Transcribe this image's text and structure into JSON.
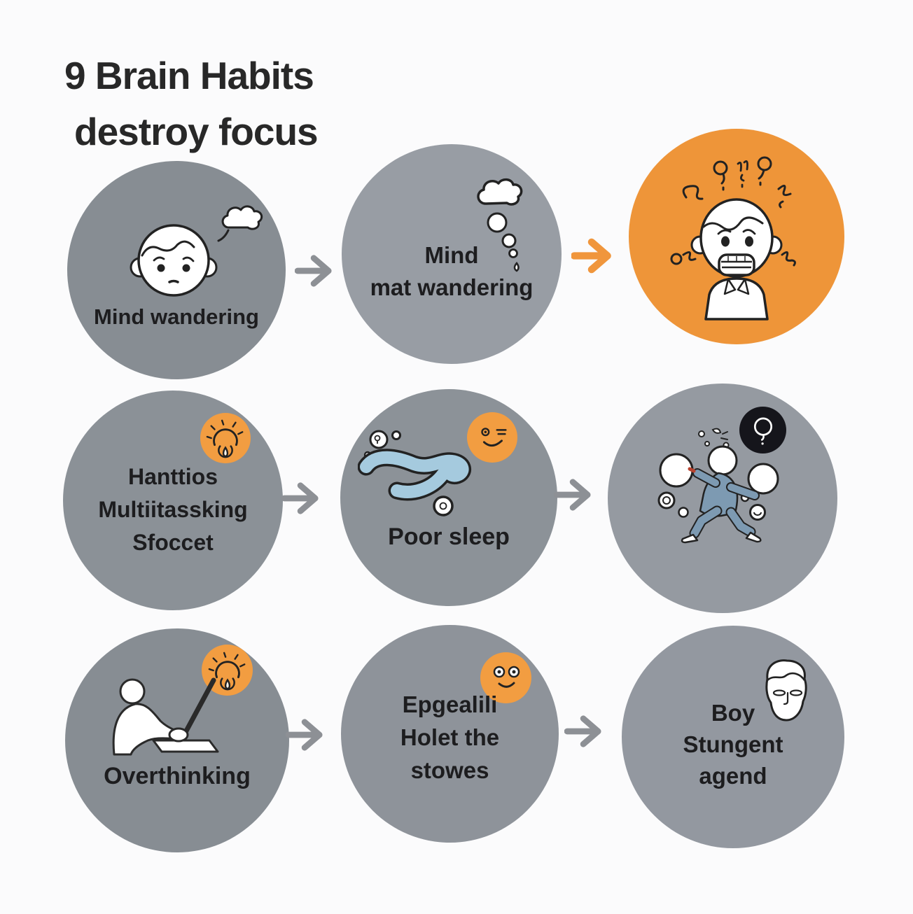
{
  "title": {
    "line1": "9 Brain Habits",
    "line2": "destroy focus"
  },
  "palette": {
    "background": "#fbfbfc",
    "circle_gray": "#8b9197",
    "accent_orange": "#ee9539",
    "badge_orange": "#f29d41",
    "badge_dark": "#15151b",
    "arrow_gray": "#8d9095",
    "arrow_orange": "#f0963c",
    "text_dark": "#1d1d1f",
    "squiggle_blue": "#a5cade",
    "figure_blue": "#7d9ab2"
  },
  "circles": [
    {
      "name": "mind-wandering",
      "lines": [
        "Mind wandering"
      ],
      "icon": "worried-face-thought-bubble"
    },
    {
      "name": "mind-mat-wandering",
      "lines": [
        "Mind",
        "mat wandering"
      ],
      "icon": "thought-cloud-bubbles"
    },
    {
      "name": "stressed-person",
      "lines": [],
      "icon": "stressed-person-questions"
    },
    {
      "name": "habit-multitasking",
      "lines": [
        "Hanttios",
        "Multiitassking",
        "Sfoccet"
      ],
      "badge": "lightbulb-doodle"
    },
    {
      "name": "poor-sleep",
      "lines": [
        "Poor sleep"
      ],
      "icon": "sleep-squiggle",
      "badge": "winking-face"
    },
    {
      "name": "juggling-person",
      "lines": [],
      "icon": "juggling-figure",
      "badge": "lightbulb-question"
    },
    {
      "name": "overthinking",
      "lines": [
        "Overthinking"
      ],
      "icon": "person-at-laptop",
      "badge": "lightbulb-doodle"
    },
    {
      "name": "epgealili",
      "lines": [
        "Epgealili",
        "Holet the",
        "stowes"
      ],
      "badge": "smiley-face"
    },
    {
      "name": "boy-stungent",
      "lines": [
        "Boy",
        "Stungent",
        "agend"
      ],
      "icon": "sleepy-face-outline"
    }
  ],
  "arrows": [
    {
      "from": "mind-wandering",
      "to": "mind-mat-wandering",
      "color": "gray"
    },
    {
      "from": "mind-mat-wandering",
      "to": "stressed-person",
      "color": "orange"
    },
    {
      "from": "habit-multitasking",
      "to": "poor-sleep",
      "color": "gray"
    },
    {
      "from": "poor-sleep",
      "to": "juggling-person",
      "color": "gray"
    },
    {
      "from": "overthinking",
      "to": "epgealili",
      "color": "gray"
    },
    {
      "from": "epgealili",
      "to": "boy-stungent",
      "color": "gray"
    }
  ]
}
